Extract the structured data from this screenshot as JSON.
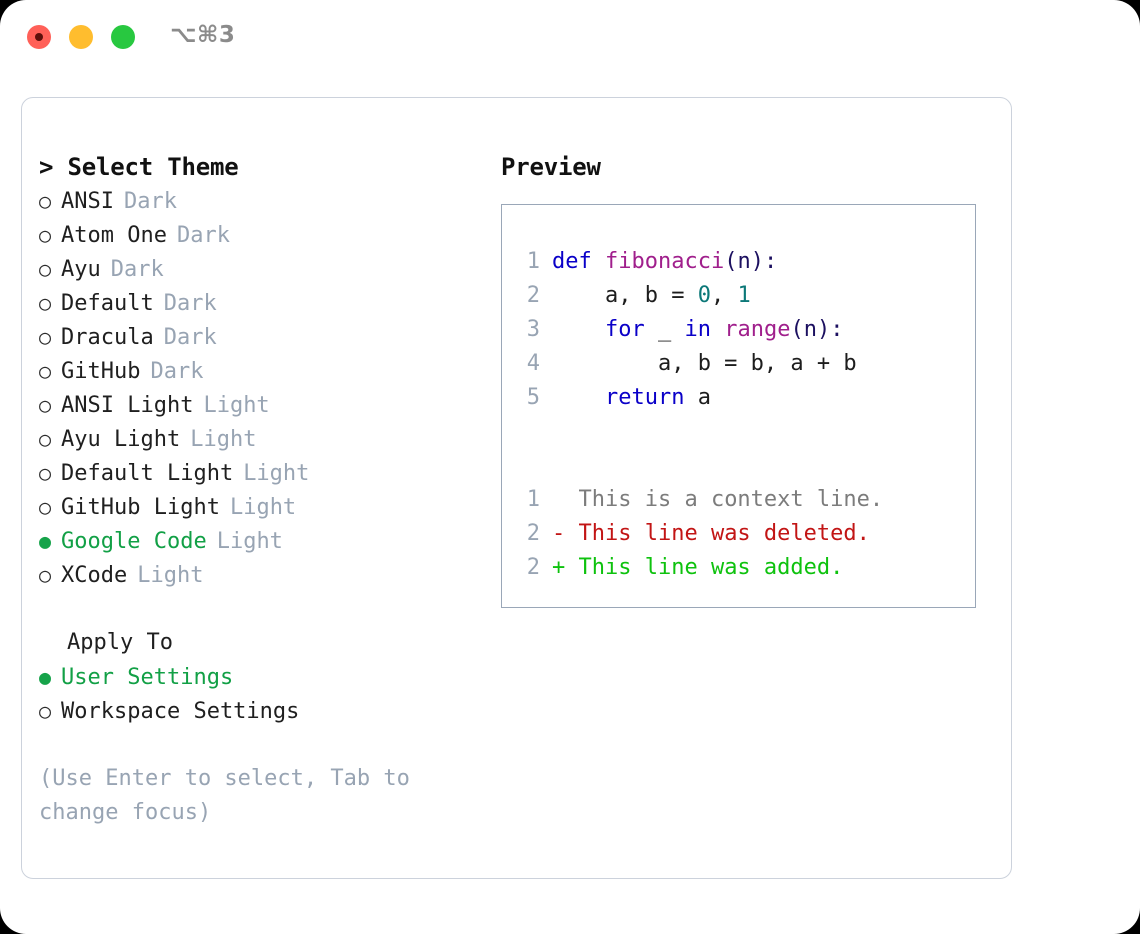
{
  "titlebar": {
    "shortcut": "⌥⌘3",
    "buttons": [
      {
        "name": "close",
        "color": "#ff6058"
      },
      {
        "name": "minimize",
        "color": "#ffbd2e"
      },
      {
        "name": "zoom",
        "color": "#28c840"
      }
    ]
  },
  "left": {
    "heading": "> Select Theme",
    "themes": [
      {
        "bullet": "○",
        "label": "ANSI",
        "tag": "Dark",
        "selected": false
      },
      {
        "bullet": "○",
        "label": "Atom One",
        "tag": "Dark",
        "selected": false
      },
      {
        "bullet": "○",
        "label": "Ayu",
        "tag": "Dark",
        "selected": false
      },
      {
        "bullet": "○",
        "label": "Default",
        "tag": "Dark",
        "selected": false
      },
      {
        "bullet": "○",
        "label": "Dracula",
        "tag": "Dark",
        "selected": false
      },
      {
        "bullet": "○",
        "label": "GitHub",
        "tag": "Dark",
        "selected": false
      },
      {
        "bullet": "○",
        "label": "ANSI Light",
        "tag": "Light",
        "selected": false
      },
      {
        "bullet": "○",
        "label": "Ayu Light",
        "tag": "Light",
        "selected": false
      },
      {
        "bullet": "○",
        "label": "Default Light",
        "tag": "Light",
        "selected": false
      },
      {
        "bullet": "○",
        "label": "GitHub Light",
        "tag": "Light",
        "selected": false
      },
      {
        "bullet": "●",
        "label": "Google Code",
        "tag": "Light",
        "selected": true
      },
      {
        "bullet": "○",
        "label": "XCode",
        "tag": "Light",
        "selected": false
      }
    ],
    "apply_to_heading": "Apply To",
    "apply_to": [
      {
        "bullet": "●",
        "label": "User Settings",
        "selected": true
      },
      {
        "bullet": "○",
        "label": "Workspace Settings",
        "selected": false
      }
    ],
    "hint": "(Use Enter to select, Tab to change focus)"
  },
  "right": {
    "heading": "Preview",
    "code_lines": [
      {
        "ln": "1",
        "tokens": [
          {
            "t": "def ",
            "c": "kw"
          },
          {
            "t": "fibonacci",
            "c": "fn"
          },
          {
            "t": "(n):",
            "c": "pun"
          }
        ]
      },
      {
        "ln": "2",
        "tokens": [
          {
            "t": "    a, b = ",
            "c": "plain"
          },
          {
            "t": "0",
            "c": "num"
          },
          {
            "t": ", ",
            "c": "plain"
          },
          {
            "t": "1",
            "c": "num"
          }
        ]
      },
      {
        "ln": "3",
        "tokens": [
          {
            "t": "    ",
            "c": "plain"
          },
          {
            "t": "for",
            "c": "kw"
          },
          {
            "t": " _ ",
            "c": "plain"
          },
          {
            "t": "in",
            "c": "kw"
          },
          {
            "t": " ",
            "c": "plain"
          },
          {
            "t": "range",
            "c": "fn"
          },
          {
            "t": "(n):",
            "c": "pun"
          }
        ]
      },
      {
        "ln": "4",
        "tokens": [
          {
            "t": "        a, b = b, a + b",
            "c": "plain"
          }
        ]
      },
      {
        "ln": "5",
        "tokens": [
          {
            "t": "    ",
            "c": "plain"
          },
          {
            "t": "return",
            "c": "kw"
          },
          {
            "t": " a",
            "c": "plain"
          }
        ]
      }
    ],
    "diff_lines": [
      {
        "ln": "1",
        "marker": " ",
        "text": " This is a context line.",
        "kind": "diff-ctx"
      },
      {
        "ln": "2",
        "marker": "-",
        "text": " This line was deleted.",
        "kind": "diff-del"
      },
      {
        "ln": "2",
        "marker": "+",
        "text": " This line was added.",
        "kind": "diff-add"
      }
    ]
  },
  "colors": {
    "accent_green": "#12a046",
    "muted": "#98a4b3",
    "panel_border": "#ccd2dc",
    "preview_border": "#9aa7b8",
    "keyword": "#0a00c8",
    "function": "#a01f8c",
    "number": "#0c7878",
    "diff_deleted": "#c21515",
    "diff_added": "#0ec20e"
  }
}
